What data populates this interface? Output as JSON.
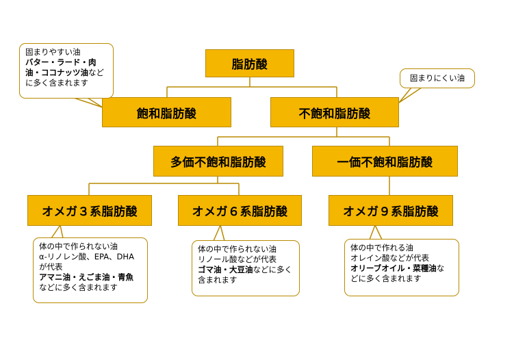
{
  "nodes": {
    "fatty_acid": "脂肪酸",
    "saturated": "飽和脂肪酸",
    "unsaturated": "不飽和脂肪酸",
    "polyunsaturated": "多価不飽和脂肪酸",
    "monounsaturated": "一価不飽和脂肪酸",
    "omega3": "オメガ３系脂肪酸",
    "omega6": "オメガ６系脂肪酸",
    "omega9": "オメガ９系脂肪酸"
  },
  "notes": {
    "saturated": {
      "l1": "固まりやすい油",
      "l2_b": "バター・ラード・肉",
      "l3_b": "油・ココナッツ油",
      "l3": "など",
      "l4": "に多く含まれます"
    },
    "unsaturated": {
      "l1": "固まりにくい油"
    },
    "omega3": {
      "l1": "体の中で作られない油",
      "l2": "α-リノレン酸、EPA、DHA",
      "l3": "が代表",
      "l4_b": "アマニ油・えごま油・青魚",
      "l5": "などに多く含まれます"
    },
    "omega6": {
      "l1": "体の中で作られない油",
      "l2": "リノール酸などが代表",
      "l3_b": "ゴマ油・大豆油",
      "l3": "などに多く",
      "l4": "含まれます"
    },
    "omega9": {
      "l1": "体の中で作れる油",
      "l2": "オレイン酸などが代表",
      "l3_b": "オリーブオイル・菜種油",
      "l3": "な",
      "l4": "どに多く含まれます"
    }
  },
  "colors": {
    "node_fill": "#f5b600",
    "border": "#b88a00",
    "line": "#b88a00"
  }
}
